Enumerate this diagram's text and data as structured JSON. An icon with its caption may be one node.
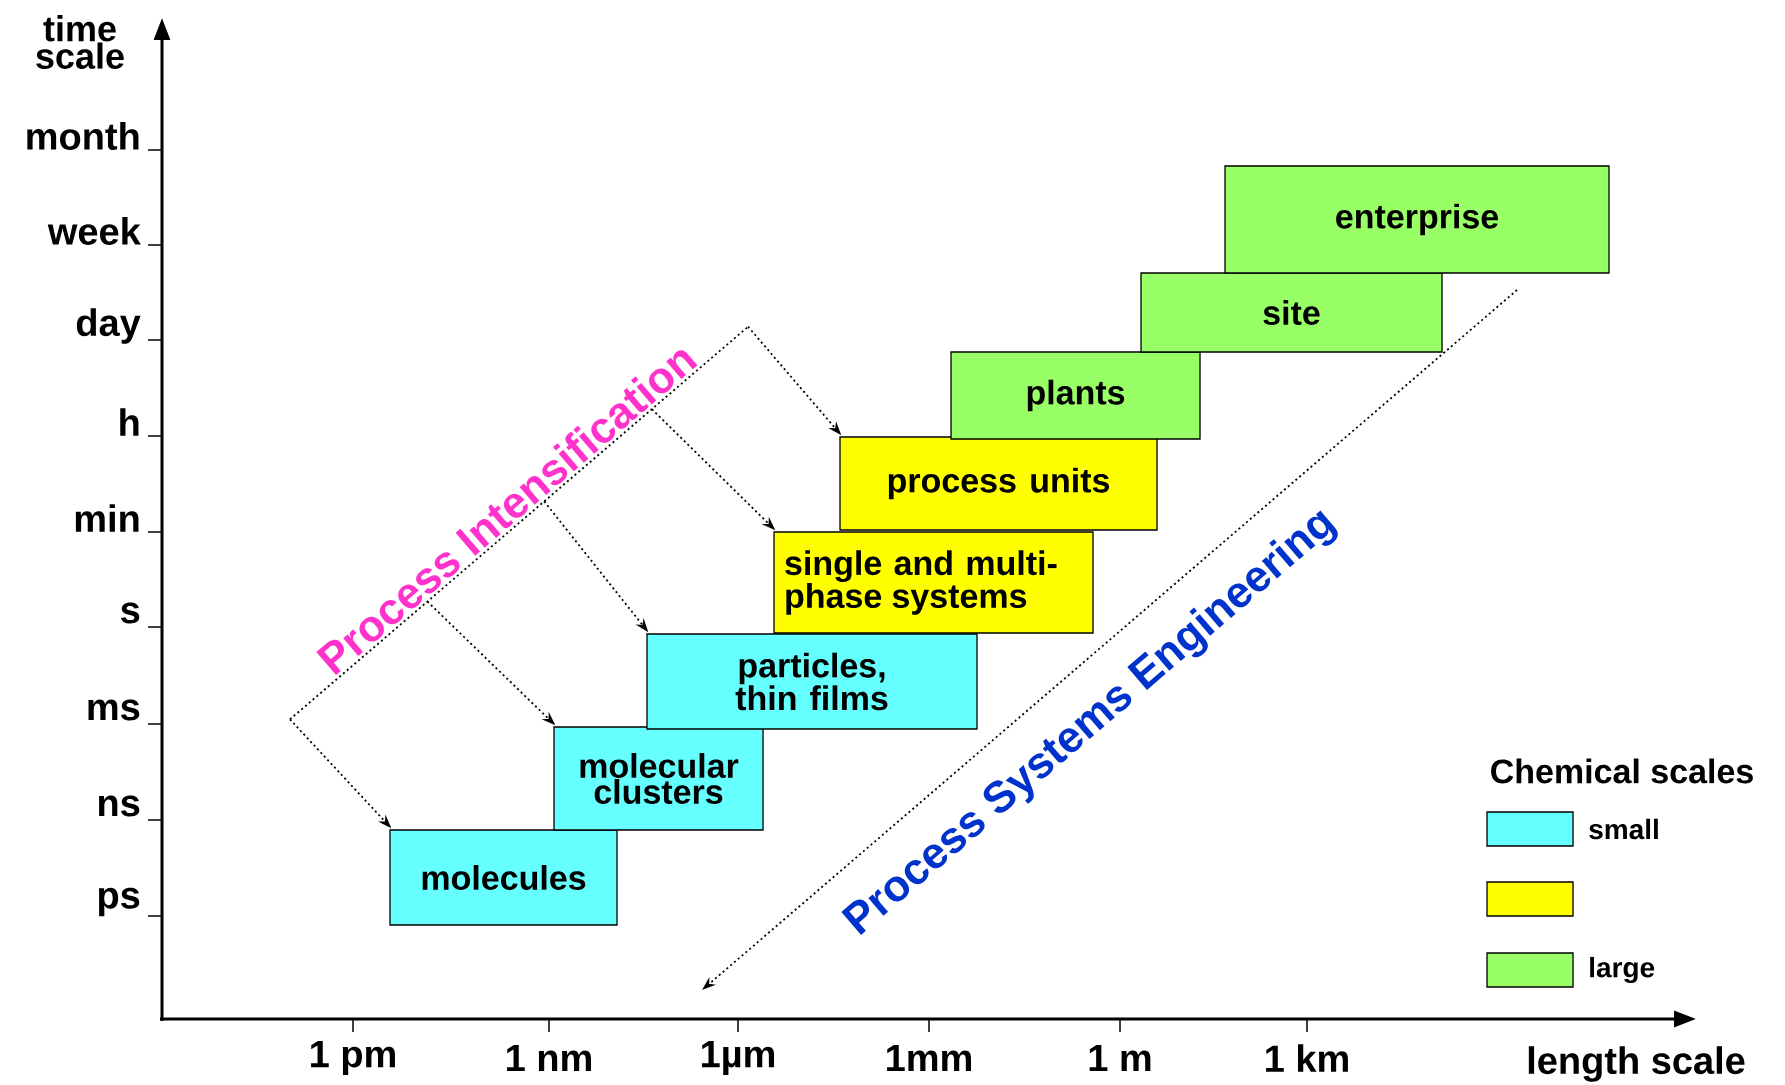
{
  "diagram": {
    "nodes": [
      {
        "text": [
          "molecules"
        ]
      },
      {
        "text": [
          "molecular clusters"
        ]
      },
      {
        "text": [
          "particles, thin films"
        ]
      },
      {
        "text": [
          "single and multi- phase systems"
        ]
      },
      {
        "text": [
          "process units"
        ]
      },
      {
        "text": [
          "plants"
        ]
      },
      {
        "text": [
          "site"
        ]
      },
      {
        "text": [
          "enterprise"
        ]
      },
      {
        "text": [
          "Process Intensification"
        ]
      }
    ],
    "edges": [
      {
        "from": 8,
        "to": 0,
        "arrow": "to"
      },
      {
        "from": 8,
        "to": 1,
        "arrow": "to"
      },
      {
        "from": 8,
        "to": 2,
        "arrow": "to"
      },
      {
        "from": 8,
        "to": 3,
        "arrow": "to"
      },
      {
        "from": 8,
        "to": 4,
        "arrow": "to"
      }
    ],
    "labels": [
      "time scale",
      "month",
      "week",
      "day",
      "h",
      "min",
      "s",
      "ms",
      "ns",
      "ps",
      "1 pm",
      "1 nm",
      "1µm",
      "1mm",
      "1 m",
      "1 km",
      "length scale",
      "Process Systems Engineering",
      "Chemical scales"
    ],
    "legend": [
      {
        "text": "small",
        "color": "#66ffff"
      },
      {
        "text": "large",
        "color": "#99ff66"
      }
    ]
  }
}
